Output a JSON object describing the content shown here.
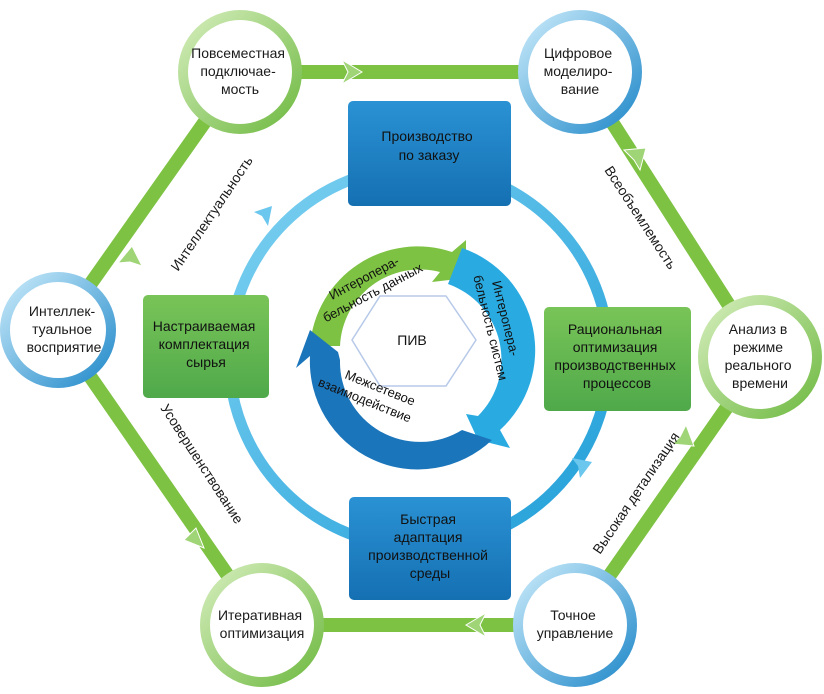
{
  "center": {
    "label": "ПИВ"
  },
  "outer_nodes": [
    {
      "id": "n1",
      "lines": [
        "Повсеместная",
        "подключае-",
        "мость"
      ]
    },
    {
      "id": "n2",
      "lines": [
        "Цифровое",
        "моделиро-",
        "вание"
      ]
    },
    {
      "id": "n3",
      "lines": [
        "Анализ в",
        "режиме",
        "реального",
        "времени"
      ]
    },
    {
      "id": "n4",
      "lines": [
        "Точное",
        "управление"
      ]
    },
    {
      "id": "n5",
      "lines": [
        "Итеративная",
        "оптимизация"
      ]
    },
    {
      "id": "n6",
      "lines": [
        "Интеллек-",
        "туальное",
        "восприятие"
      ]
    }
  ],
  "edge_labels": {
    "left_upper": "Интеллектуальность",
    "right_upper": "Всеобъемлемость",
    "right_lower": "Высокая детализация",
    "left_lower": "Усовершенствование"
  },
  "inner_boxes": [
    {
      "id": "top",
      "lines": [
        "Производство",
        "по заказу"
      ],
      "color": "#1a7fc3"
    },
    {
      "id": "right",
      "lines": [
        "Рациональная",
        "оптимизация",
        "производственных",
        "процессов"
      ],
      "color": "#5cb85c"
    },
    {
      "id": "bottom",
      "lines": [
        "Быстрая",
        "адаптация",
        "производственной",
        "среды"
      ],
      "color": "#1a7fc3"
    },
    {
      "id": "left",
      "lines": [
        "Настраиваемая",
        "комплектация",
        "сырья"
      ],
      "color": "#5cb85c"
    }
  ],
  "segments": [
    {
      "id": "data",
      "lines": [
        "Интеропера-",
        "бельность данных"
      ],
      "color": "#7dc242"
    },
    {
      "id": "systems",
      "lines": [
        "Интеропера-",
        "бельность систем"
      ],
      "color": "#29abe2"
    },
    {
      "id": "network",
      "lines": [
        "Межсетевое",
        "взаимодействие"
      ],
      "color": "#1b75bb"
    }
  ],
  "colors": {
    "green": "#7dc242",
    "green_light": "#b9de8e",
    "blue": "#1a7fc3",
    "blue_light": "#8fd0f0",
    "ring": "#39b0e0",
    "hexagon_edge": "#78bf4a"
  }
}
